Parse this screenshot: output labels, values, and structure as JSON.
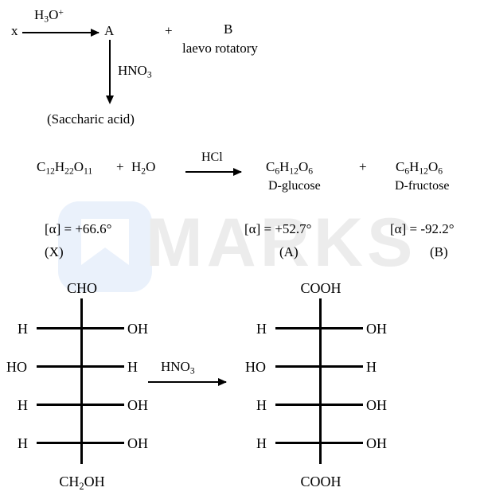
{
  "watermark": {
    "text": "MARKS",
    "logo_color": "#eaf1fb",
    "text_color": "#ececec"
  },
  "scheme_top": {
    "reactant": "x",
    "reagent_above_arrow": "H3O+",
    "reagent_above_arrow_parts": {
      "base": "H",
      "sub": "3",
      "element": "O",
      "sup": "+"
    },
    "product_a": "A",
    "plus": "+",
    "product_b": "B",
    "product_b_note": "laevo rotatory",
    "vertical_reagent": "HNO3",
    "vertical_reagent_parts": {
      "base": "HNO",
      "sub": "3"
    },
    "vertical_product": "(Saccharic acid)"
  },
  "equation": {
    "reactant_1": {
      "c": "C",
      "c_sub": "12",
      "h": "H",
      "h_sub": "22",
      "o": "O",
      "o_sub": "11"
    },
    "plus_left": "+",
    "reactant_2": {
      "h": "H",
      "h_sub": "2",
      "o": "O"
    },
    "catalyst": "HCl",
    "product_1": {
      "c": "C",
      "c_sub": "6",
      "h": "H",
      "h_sub": "12",
      "o": "O",
      "o_sub": "6"
    },
    "product_1_name": "D-glucose",
    "plus_right": "+",
    "product_2": {
      "c": "C",
      "c_sub": "6",
      "h": "H",
      "h_sub": "12",
      "o": "O",
      "o_sub": "6"
    },
    "product_2_name": "D-fructose",
    "rotations": [
      {
        "value": "[α] = +66.6°",
        "label": "(X)"
      },
      {
        "value": "[α] = +52.7°",
        "label": "(A)"
      },
      {
        "value": "[α] = -92.2°",
        "label": "(B)"
      }
    ]
  },
  "structures": {
    "reaction_arrow_reagent": {
      "base": "HNO",
      "sub": "3"
    },
    "left": {
      "name": "d-glucose-fischer",
      "top_group": "CHO",
      "bottom_group_parts": {
        "pre": "CH",
        "sub": "2",
        "post": "OH"
      },
      "rungs": [
        {
          "left": "H",
          "right": "OH"
        },
        {
          "left": "HO",
          "right": "H"
        },
        {
          "left": "H",
          "right": "OH"
        },
        {
          "left": "H",
          "right": "OH"
        }
      ]
    },
    "right": {
      "name": "saccharic-acid-fischer",
      "top_group": "COOH",
      "bottom_group": "COOH",
      "rungs": [
        {
          "left": "H",
          "right": "OH"
        },
        {
          "left": "HO",
          "right": "H"
        },
        {
          "left": "H",
          "right": "OH"
        },
        {
          "left": "H",
          "right": "OH"
        }
      ]
    }
  }
}
